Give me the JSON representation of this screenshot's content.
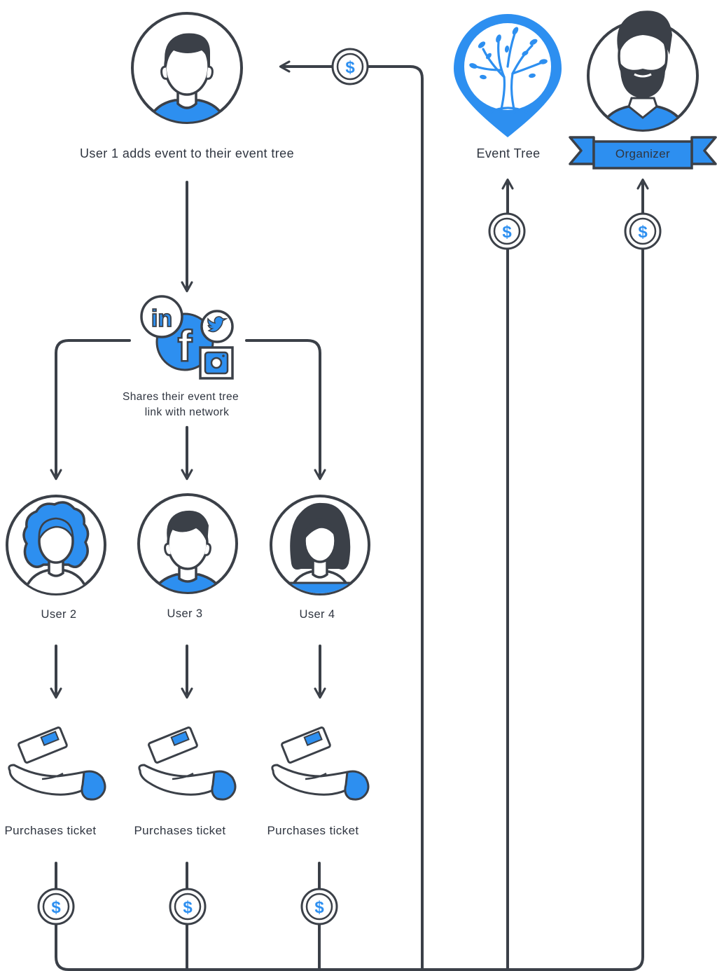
{
  "colors": {
    "stroke": "#3b4048",
    "blue": "#2d8ff0",
    "white": "#ffffff"
  },
  "labels": {
    "user1": "User 1 adds event to their event tree",
    "share_line1": "Shares their event tree",
    "share_line2": "link with network",
    "user2": "User 2",
    "user3": "User 3",
    "user4": "User 4",
    "purchase1": "Purchases ticket",
    "purchase2": "Purchases ticket",
    "purchase3": "Purchases ticket",
    "event_tree": "Event Tree",
    "organizer": "Organizer"
  },
  "coin_symbol": "$",
  "social": {
    "linkedin": "in",
    "facebook": "f"
  },
  "icons": [
    "user-avatar-icon",
    "tree-pin-icon",
    "linkedin-icon",
    "facebook-icon",
    "twitter-icon",
    "instagram-icon",
    "money-hand-icon",
    "dollar-coin-icon",
    "arrow-icon"
  ]
}
